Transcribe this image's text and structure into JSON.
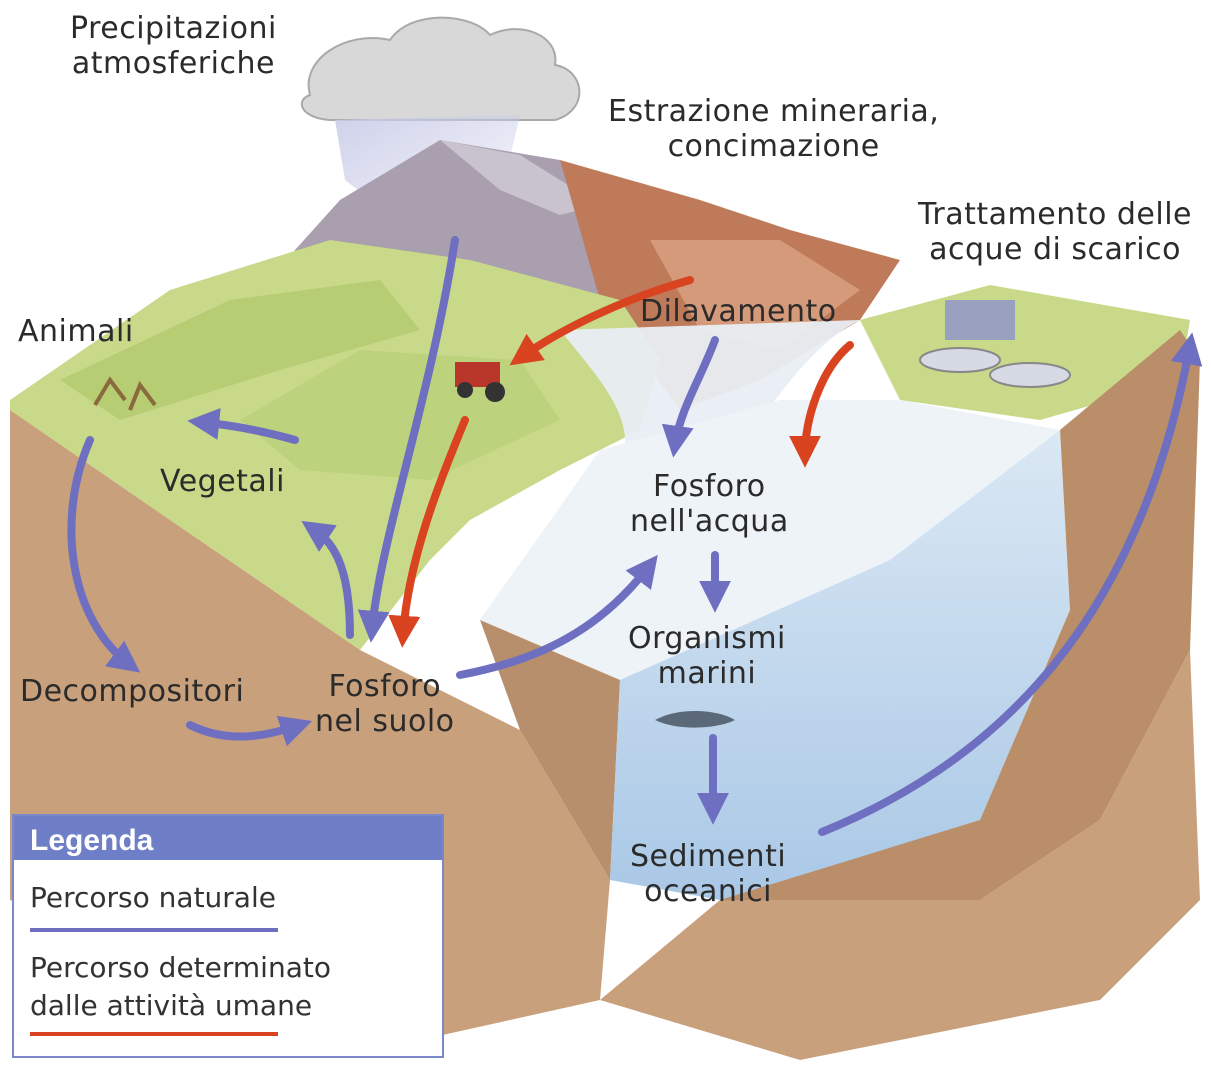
{
  "labels": {
    "precipitation": [
      "Precipitazioni",
      "atmosferiche"
    ],
    "mining": [
      "Estrazione mineraria,",
      "concimazione"
    ],
    "treatment": [
      "Trattamento delle",
      "acque di scarico"
    ],
    "runoff": "Dilavamento",
    "animals": "Animali",
    "plants": "Vegetali",
    "phosphorus_water": [
      "Fosforo",
      "nell'acqua"
    ],
    "marine_organisms": [
      "Organismi",
      "marini"
    ],
    "decomposers": "Decompositori",
    "phosphorus_soil": [
      "Fosforo",
      "nel suolo"
    ],
    "sediments": [
      "Sedimenti",
      "oceanici"
    ]
  },
  "legend": {
    "title": "Legenda",
    "natural": "Percorso naturale",
    "human_line1": "Percorso determinato",
    "human_line2": "dalle attività umane"
  },
  "colors": {
    "natural_path": "#6e6fc0",
    "human_path": "#d9431f",
    "legend_header": "#6f7fc7",
    "soil": "#c9a07c",
    "water": "#c8dcee",
    "grass": "#c9d98a"
  }
}
